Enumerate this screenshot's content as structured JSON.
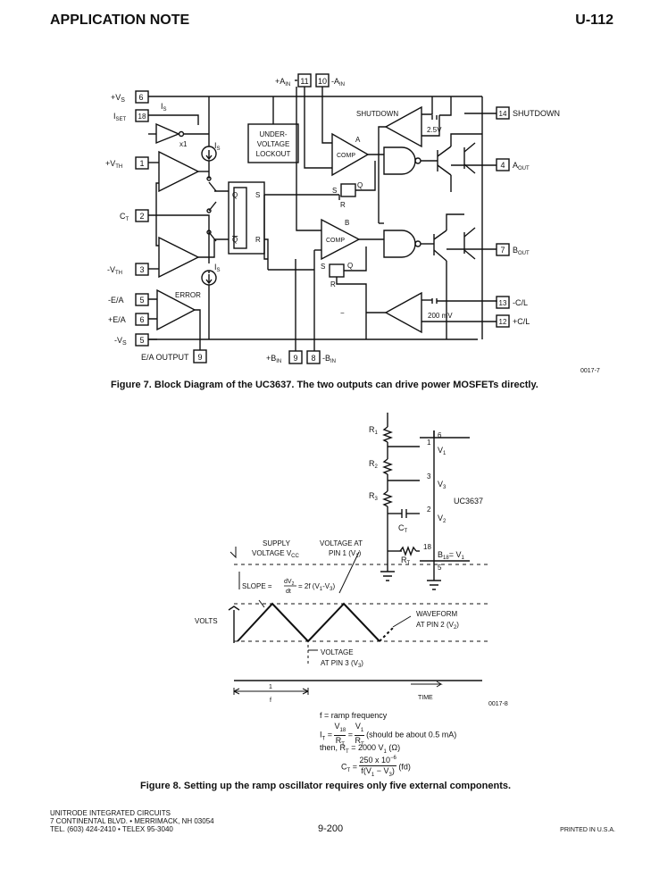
{
  "header": {
    "left": "APPLICATION NOTE",
    "right": "U-112"
  },
  "figure7": {
    "pins": {
      "p6": "6",
      "p18": "18",
      "p1": "1",
      "p2": "2",
      "p3": "3",
      "p5a": "5",
      "p6b": "6",
      "p5b": "5",
      "p11": "11",
      "p10": "10",
      "p14": "14",
      "p4": "4",
      "p7": "7",
      "p13": "13",
      "p12": "12",
      "p9e": "9",
      "p9b": "9",
      "p8": "8"
    },
    "labels": {
      "vs_plus": "+V",
      "vs_sub": "S",
      "iset": "I",
      "iset_sub": "SET",
      "vth_plus": "+V",
      "vth_sub": "TH",
      "ct": "C",
      "ct_sub": "T",
      "vth_minus": "-V",
      "vth_minus_sub": "TH",
      "ea_minus": "-E/A",
      "ea_plus": "+E/A",
      "vs_minus": "-V",
      "vs_minus_sub": "S",
      "ea_output": "E/A OUTPUT",
      "ain_plus": "+A",
      "ain_sub": "IN",
      "ain_minus": "-A",
      "ain_minus_sub": "IN",
      "bin_plus": "+B",
      "bin_sub": "IN",
      "bin_minus": "-B",
      "bin_minus_sub": "IN",
      "shutdown": "SHUTDOWN",
      "shutdown_out": "SHUTDOWN",
      "aout": "A",
      "aout_sub": "OUT",
      "bout": "B",
      "bout_sub": "OUT",
      "cl_minus": "-C/L",
      "cl_plus": "+C/L",
      "uvlo_1": "UNDER-",
      "uvlo_2": "VOLTAGE",
      "uvlo_3": "LOCKOUT",
      "comp": "COMP",
      "comp_b": "COMP",
      "a": "A",
      "b": "B",
      "x1": "x1",
      "is": "I",
      "is_sub": "S",
      "error": "ERROR",
      "v25": "2.5V",
      "mv200": "200 mV",
      "q": "Q",
      "s": "S",
      "qbar": "Q",
      "r": "R"
    },
    "fig_id": "0017-7",
    "caption": "Figure 7. Block Diagram of the UC3637. The two outputs can drive power MOSFETs directly."
  },
  "figure8": {
    "labels": {
      "r1": "R",
      "r1_sub": "1",
      "r2": "R",
      "r2_sub": "2",
      "r3": "R",
      "r3_sub": "3",
      "ct": "C",
      "ct_sub": "T",
      "rt": "R",
      "rt_sub": "T",
      "pin6": "6",
      "pin1": "1",
      "pin3": "3",
      "pin2": "2",
      "pin18": "18",
      "pin5": "5",
      "v1": "V",
      "v1_sub": "1",
      "v3": "V",
      "v3_sub": "3",
      "v2": "V",
      "v2_sub": "2",
      "chip": "UC3637",
      "b18": "B",
      "b18_sub": "18",
      "b18_rest": "= V",
      "b18_rest_sub": "1",
      "supply_1": "SUPPLY",
      "supply_2": "VOLTAGE V",
      "supply_sub": "CC",
      "vat1_1": "VOLTAGE AT",
      "vat1_2": "PIN 1 (V",
      "vat1_sub": "1",
      "vat1_end": ")",
      "slope": "SLOPE =",
      "slope_num": "dV",
      "slope_num_sub": "2",
      "slope_den": "dt",
      "slope_rest": "= 2f (V",
      "slope_rest_sub1": "1",
      "slope_rest_mid": "-V",
      "slope_rest_sub3": "3",
      "slope_rest_end": ")",
      "volts": "VOLTS",
      "waveform_1": "WAVEFORM",
      "waveform_2": "AT PIN 2 (V",
      "waveform_sub": "2",
      "waveform_end": ")",
      "vat3_1": "VOLTAGE",
      "vat3_2": "AT PIN 3 (V",
      "vat3_sub": "3",
      "vat3_end": ")",
      "one": "1",
      "f": "f",
      "time": "TIME"
    },
    "fig_id": "0017-8",
    "formulas": {
      "ramp": "f = ramp frequency",
      "it_lhs": "I",
      "it_lhs_sub": "T",
      "it_eq": "=",
      "it_n1": "V",
      "it_n1_sub": "18",
      "it_d1": "R",
      "it_d1_sub": "T",
      "it_eq2": "=",
      "it_n2": "V",
      "it_n2_sub": "1",
      "it_d2": "R",
      "it_d2_sub": "T",
      "it_note": "(should be about 0.5 mA)",
      "then": "then, R",
      "then_sub": "T",
      "then_rest": "= 2000 V",
      "then_rest_sub": "1",
      "then_end": "(Ω)",
      "ct_lhs": "C",
      "ct_lhs_sub": "T",
      "ct_eq": "=",
      "ct_num": "250 x 10",
      "ct_num_exp": "−6",
      "ct_den": "f(V",
      "ct_den_sub1": "1",
      "ct_den_mid": "− V",
      "ct_den_sub3": "3",
      "ct_den_end": ")",
      "ct_fd": "(fd)"
    },
    "caption": "Figure 8. Setting up the ramp oscillator requires only five external components."
  },
  "footer": {
    "addr1": "UNITRODE INTEGRATED CIRCUITS",
    "addr2": "7 CONTINENTAL BLVD. • MERRIMACK, NH 03054",
    "addr3": "TEL. (603) 424-2410 • TELEX 95-3040",
    "page": "9-200",
    "printed": "PRINTED IN U.S.A."
  }
}
